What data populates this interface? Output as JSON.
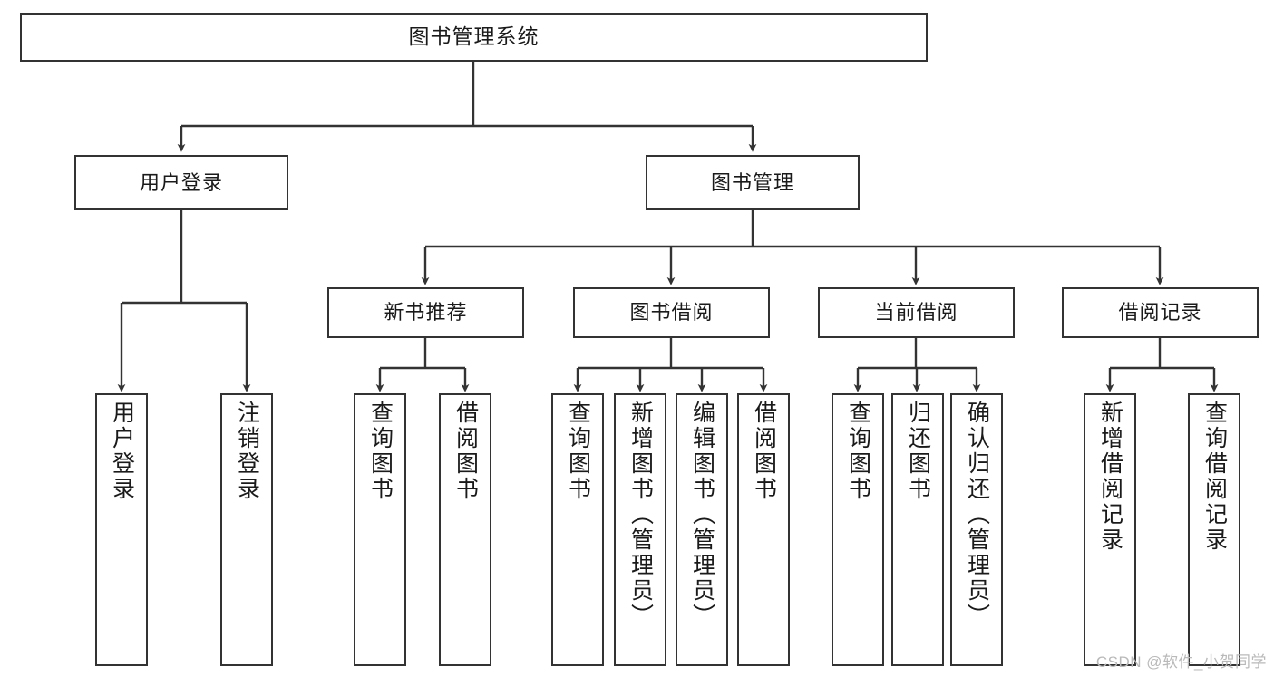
{
  "diagram": {
    "type": "tree-hierarchy",
    "title": "图书管理系统",
    "watermark": "CSDN @软件_小贺同学",
    "colors": {
      "box_stroke": "#333333",
      "box_fill": "#ffffff",
      "edge_stroke": "#333333",
      "text": "#1a1a1a",
      "watermark": "#b9b9b9"
    },
    "nodes": {
      "root": {
        "label": "图书管理系统",
        "level": 1,
        "orientation": "horizontal"
      },
      "user_login": {
        "label": "用户登录",
        "level": 2,
        "orientation": "horizontal"
      },
      "book_manage": {
        "label": "图书管理",
        "level": 2,
        "orientation": "horizontal"
      },
      "new_book_rec": {
        "label": "新书推荐",
        "level": 3,
        "orientation": "horizontal"
      },
      "book_borrow": {
        "label": "图书借阅",
        "level": 3,
        "orientation": "horizontal"
      },
      "current_borrow": {
        "label": "当前借阅",
        "level": 3,
        "orientation": "horizontal"
      },
      "borrow_record": {
        "label": "借阅记录",
        "level": 3,
        "orientation": "horizontal"
      },
      "leaf_user_login": {
        "label": "用户登录",
        "level": 3,
        "orientation": "vertical"
      },
      "leaf_logout": {
        "label": "注销登录",
        "level": 3,
        "orientation": "vertical"
      },
      "leaf_query_book_1": {
        "label": "查询图书",
        "level": 4,
        "orientation": "vertical"
      },
      "leaf_borrow_book_1": {
        "label": "借阅图书",
        "level": 4,
        "orientation": "vertical"
      },
      "leaf_query_book_2": {
        "label": "查询图书",
        "level": 4,
        "orientation": "vertical"
      },
      "leaf_add_book": {
        "label": "新增图书（管理员）",
        "level": 4,
        "orientation": "vertical"
      },
      "leaf_edit_book": {
        "label": "编辑图书（管理员）",
        "level": 4,
        "orientation": "vertical"
      },
      "leaf_borrow_book_2": {
        "label": "借阅图书",
        "level": 4,
        "orientation": "vertical"
      },
      "leaf_query_book_3": {
        "label": "查询图书",
        "level": 4,
        "orientation": "vertical"
      },
      "leaf_return_book": {
        "label": "归还图书",
        "level": 4,
        "orientation": "vertical"
      },
      "leaf_confirm_return": {
        "label": "确认归还（管理员）",
        "level": 4,
        "orientation": "vertical"
      },
      "leaf_add_record": {
        "label": "新增借阅记录",
        "level": 4,
        "orientation": "vertical"
      },
      "leaf_query_record": {
        "label": "查询借阅记录",
        "level": 4,
        "orientation": "vertical"
      }
    },
    "edges": [
      {
        "from": "root",
        "to": "user_login"
      },
      {
        "from": "root",
        "to": "book_manage"
      },
      {
        "from": "user_login",
        "to": "leaf_user_login"
      },
      {
        "from": "user_login",
        "to": "leaf_logout"
      },
      {
        "from": "book_manage",
        "to": "new_book_rec"
      },
      {
        "from": "book_manage",
        "to": "book_borrow"
      },
      {
        "from": "book_manage",
        "to": "current_borrow"
      },
      {
        "from": "book_manage",
        "to": "borrow_record"
      },
      {
        "from": "new_book_rec",
        "to": "leaf_query_book_1"
      },
      {
        "from": "new_book_rec",
        "to": "leaf_borrow_book_1"
      },
      {
        "from": "book_borrow",
        "to": "leaf_query_book_2"
      },
      {
        "from": "book_borrow",
        "to": "leaf_add_book"
      },
      {
        "from": "book_borrow",
        "to": "leaf_edit_book"
      },
      {
        "from": "book_borrow",
        "to": "leaf_borrow_book_2"
      },
      {
        "from": "current_borrow",
        "to": "leaf_query_book_3"
      },
      {
        "from": "current_borrow",
        "to": "leaf_return_book"
      },
      {
        "from": "current_borrow",
        "to": "leaf_confirm_return"
      },
      {
        "from": "borrow_record",
        "to": "leaf_add_record"
      },
      {
        "from": "borrow_record",
        "to": "leaf_query_record"
      }
    ]
  }
}
